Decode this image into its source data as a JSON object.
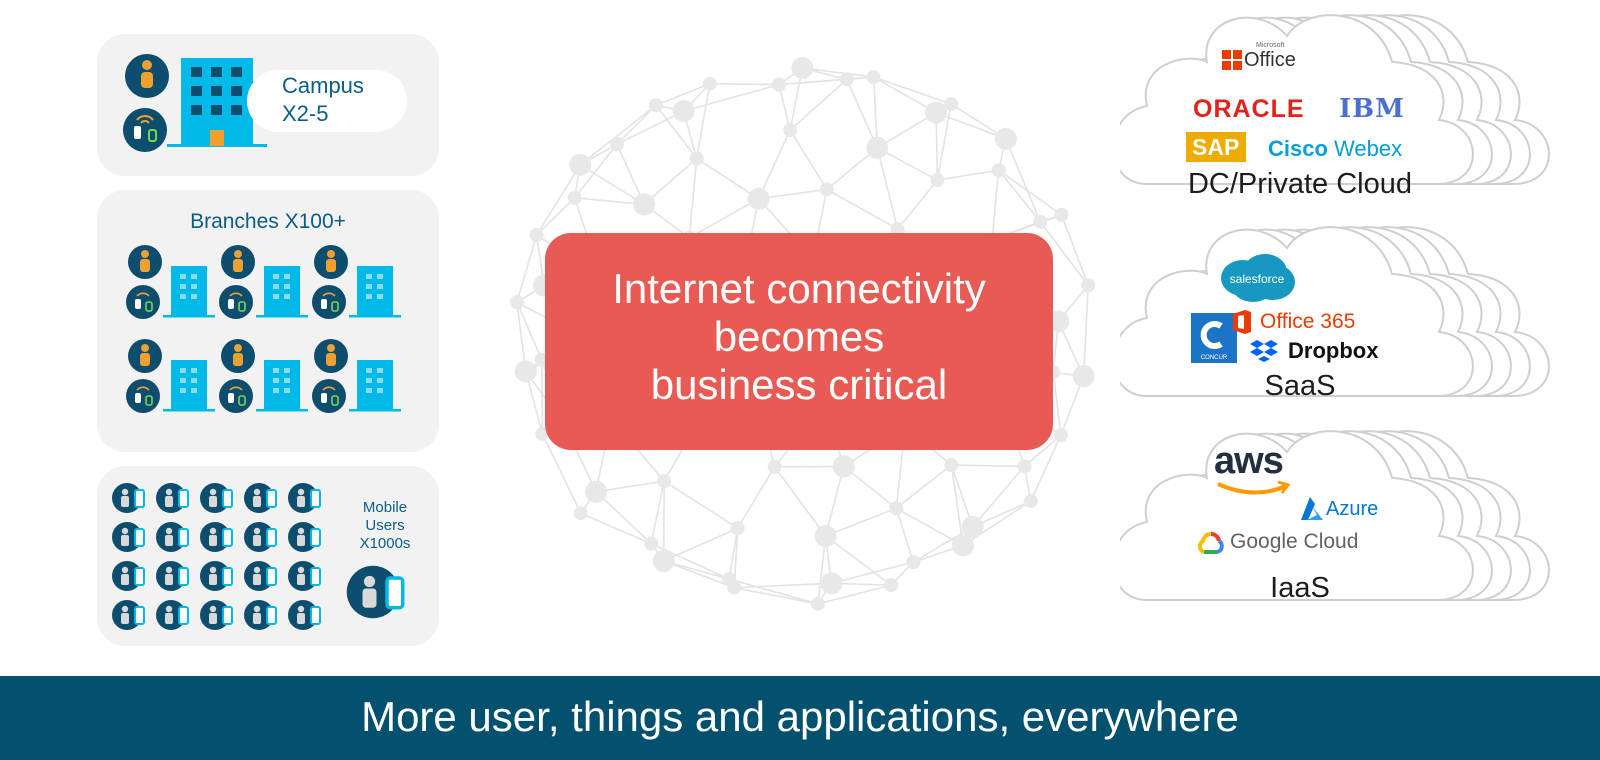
{
  "campus": {
    "label": "Campus\nX2-5"
  },
  "branches": {
    "title": "Branches X100+"
  },
  "mobile": {
    "label": "Mobile\nUsers\nX1000s"
  },
  "center": {
    "message": "Internet connectivity\nbecomes\nbusiness critical"
  },
  "clouds": {
    "dc": {
      "name": "DC/Private Cloud",
      "logos": {
        "office": "Office",
        "office_brand": "Microsoft",
        "oracle": "ORACLE",
        "ibm": "IBM",
        "sap": "SAP",
        "cisco": "Cisco",
        "webex": "Webex"
      }
    },
    "saas": {
      "name": "SaaS",
      "logos": {
        "salesforce": "salesforce",
        "concur": "CONCUR",
        "office365": "Office 365",
        "dropbox": "Dropbox"
      }
    },
    "iaas": {
      "name": "IaaS",
      "logos": {
        "aws": "aws",
        "azure": "Azure",
        "google": "Google Cloud"
      }
    }
  },
  "footer": {
    "text": "More user, things and applications, everywhere"
  },
  "colors": {
    "navy": "#0d4d6e",
    "cyan": "#00b9e8",
    "orange": "#f0a030",
    "red_box": "#e85b55",
    "banner": "#04506f"
  }
}
